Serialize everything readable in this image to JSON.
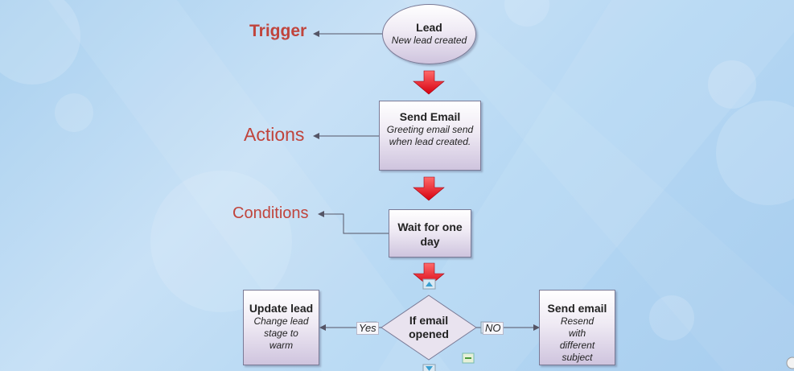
{
  "diagram": {
    "labels": {
      "trigger": "Trigger",
      "actions": "Actions",
      "conditions": "Conditions"
    },
    "nodes": {
      "lead": {
        "title": "Lead",
        "subtitle": "New lead created"
      },
      "send_email": {
        "title": "Send Email",
        "subtitle": "Greeting email send when lead created."
      },
      "wait": {
        "title": "Wait for one day"
      },
      "decision": {
        "title": "If email opened"
      },
      "update_lead": {
        "title": "Update lead",
        "subtitle": "Change lead stage to warm"
      },
      "resend_email": {
        "title": "Send email",
        "subtitle": "Resend with different subject"
      }
    },
    "branches": {
      "yes": "Yes",
      "no": "NO"
    },
    "colors": {
      "label": "#c0443c",
      "flow_arrow": "#e2101a",
      "connector": "#555566"
    }
  }
}
